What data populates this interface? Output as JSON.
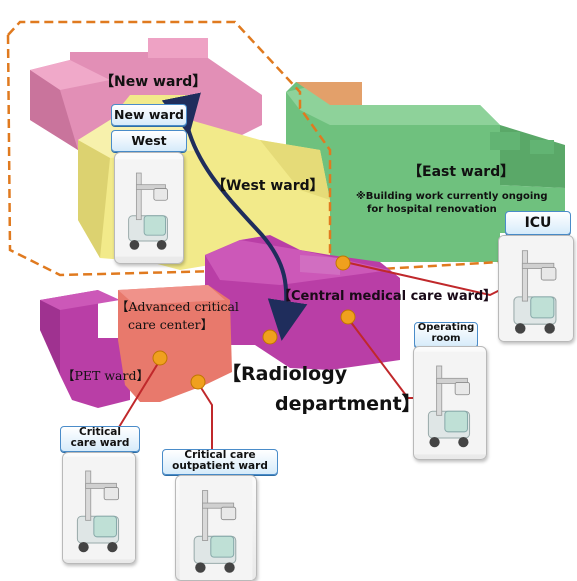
{
  "labels": {
    "new_ward": "【New ward】",
    "west_ward": "【West ward】",
    "east_ward": "【East ward】",
    "east_note_line1": "※Building work currently ongoing",
    "east_note_line2": "for hospital renovation",
    "central": "【Central medical care ward】",
    "advanced_line1": "【Advanced critical",
    "advanced_line2": "care center】",
    "pet": "【PET ward】",
    "radiology_line1": "【Radiology",
    "radiology_line2": "department】"
  },
  "tags": {
    "new_ward": "New ward",
    "west_ward": "West ward",
    "icu": "ICU",
    "operating_line1": "Operating",
    "operating_line2": "room",
    "critical_line1": "Critical",
    "critical_line2": "care ward",
    "outpatient_line1": "Critical care",
    "outpatient_line2": "outpatient ward"
  },
  "colors": {
    "new_ward": "#e28fb6",
    "west_ward": "#f2ea8a",
    "east_ward": "#6fc17e",
    "central": "#b93ea6",
    "advanced": "#e8796c",
    "annex": "#e3a06a",
    "dashed_outline": "#e07a1f",
    "connector": "#c0282b",
    "route_arrow": "#1f2d5c",
    "marker": "#f0a01e",
    "tag_border": "#4a8cc9"
  },
  "icons": [
    "portable-xray-unit-image"
  ]
}
